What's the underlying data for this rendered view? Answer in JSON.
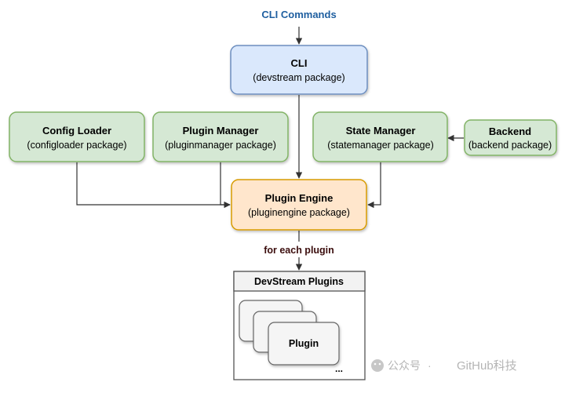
{
  "top_label": "CLI Commands",
  "edge_label_plugin": "for each plugin",
  "nodes": {
    "cli": {
      "title": "CLI",
      "subtitle": "(devstream package)"
    },
    "config_loader": {
      "title": "Config Loader",
      "subtitle": "(configloader package)"
    },
    "plugin_manager": {
      "title": "Plugin Manager",
      "subtitle": "(pluginmanager package)"
    },
    "state_manager": {
      "title": "State Manager",
      "subtitle": "(statemanager package)"
    },
    "backend": {
      "title": "Backend",
      "subtitle": "(backend package)"
    },
    "plugin_engine": {
      "title": "Plugin Engine",
      "subtitle": "(pluginengine package)"
    }
  },
  "plugins_container": {
    "title": "DevStream Plugins",
    "card_label": "Plugin",
    "ellipsis": "..."
  },
  "watermark": {
    "prefix": "公众号",
    "separator": "·",
    "name": "GitHub科技"
  },
  "colors": {
    "blue_fill": "#dae8fc",
    "blue_stroke": "#6c8ebf",
    "green_fill": "#d5e8d4",
    "green_stroke": "#82b366",
    "orange_fill": "#ffe6cc",
    "orange_stroke": "#d79b00",
    "top_label": "#1f5fa0",
    "edge_label": "#3b0d0d"
  }
}
